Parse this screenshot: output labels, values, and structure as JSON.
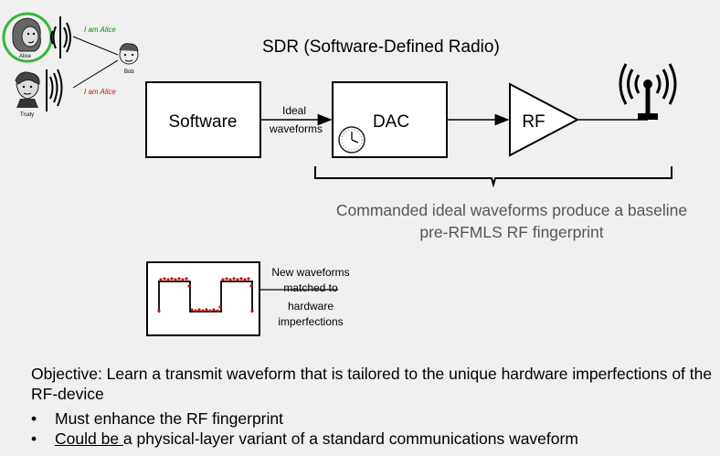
{
  "title": "SDR (Software-Defined Radio)",
  "blocks": {
    "software": "Software",
    "dac": "DAC",
    "rf": "RF"
  },
  "arrow_label": [
    "Ideal",
    "waveforms"
  ],
  "caption": [
    "Commanded ideal waveforms produce a baseline",
    "pre-RFMLS RF fingerprint"
  ],
  "new_waveforms": [
    "New waveforms",
    "matched to",
    "hardware",
    "imperfections"
  ],
  "cartoon": {
    "alice_speech": "I am Alice",
    "trudy_speech": "I am Alice",
    "alice_name": "Alice",
    "bob_name": "Bob",
    "trudy_name": "Trudy"
  },
  "objective": "Objective: Learn a transmit waveform that is tailored to the unique hardware imperfections of the RF-device",
  "bullets": [
    {
      "underlined": "",
      "rest": "Must enhance the RF fingerprint"
    },
    {
      "underlined": "Could be ",
      "rest": "a physical-layer variant of a standard communications waveform"
    }
  ],
  "colors": {
    "alice_circle": "#35b83a",
    "speech_text": "#0a8a0a",
    "trudy_speech": "#cc1111",
    "waveform_dots": "#cc1111",
    "caption": "#555555"
  }
}
